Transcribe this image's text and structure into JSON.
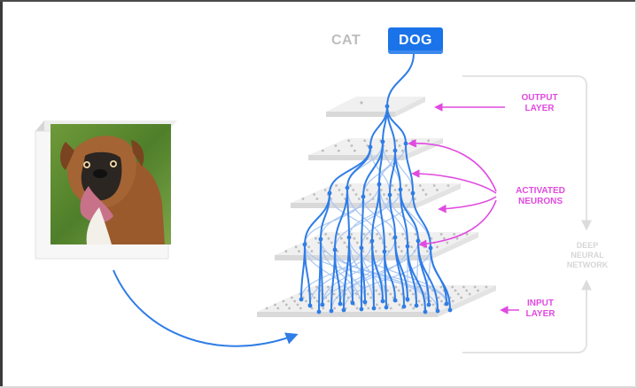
{
  "classes": {
    "cat": "CAT",
    "dog": "DOG"
  },
  "labels": {
    "output_layer": [
      "OUTPUT",
      "LAYER"
    ],
    "activated_neurons": [
      "ACTIVATED",
      "NEURONS"
    ],
    "input_layer": [
      "INPUT",
      "LAYER"
    ],
    "deep_neural_network": [
      "DEEP",
      "NEURAL",
      "NETWORK"
    ]
  },
  "colors": {
    "network_line": "#2f7de6",
    "faint_line": "#a9c6f2",
    "annotation": "#e04ae0",
    "dog_button": "#1a73e8",
    "cat_text": "#bdbdbd",
    "bracket": "#e3e3e3"
  },
  "input_image": "photo-of-boxer-dog"
}
